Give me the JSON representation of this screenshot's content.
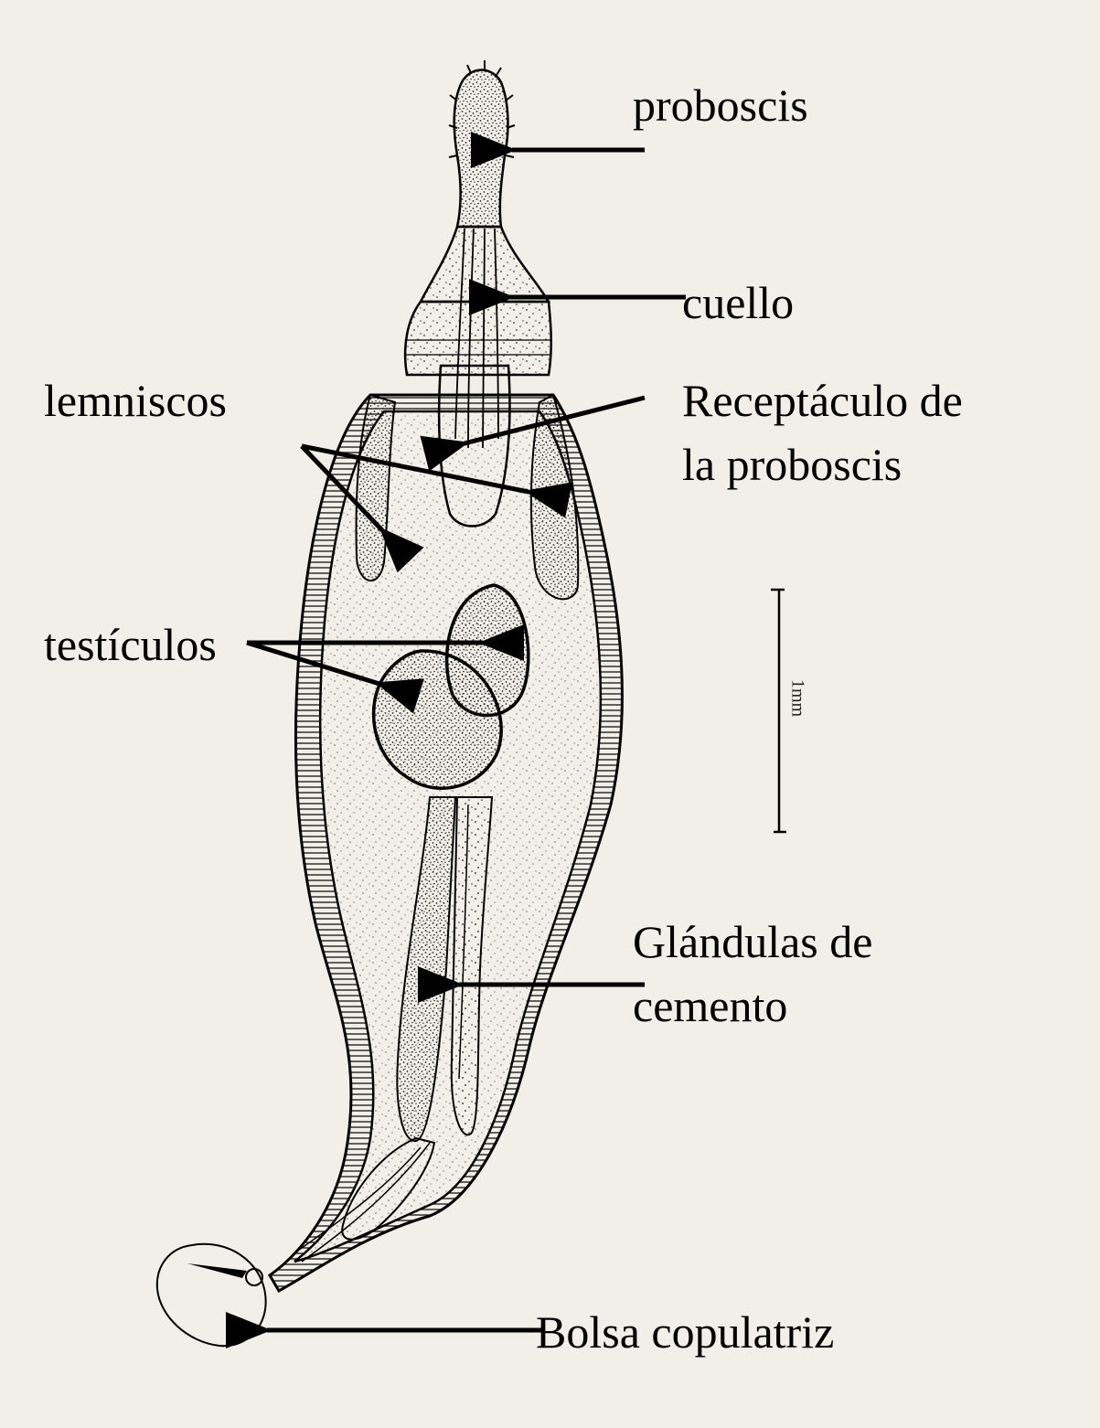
{
  "labels": {
    "proboscis": "proboscis",
    "cuello": "cuello",
    "lemniscos": "lemniscos",
    "receptaculo": [
      "Receptáculo de",
      "la proboscis"
    ],
    "testiculos": "testículos",
    "glandulas": [
      "Glándulas de",
      "cemento"
    ],
    "bolsa": "Bolsa copulatriz"
  },
  "scale_bar": {
    "label": "1mm"
  },
  "colors": {
    "paper": "#f1efe8",
    "ink": "#000000"
  }
}
